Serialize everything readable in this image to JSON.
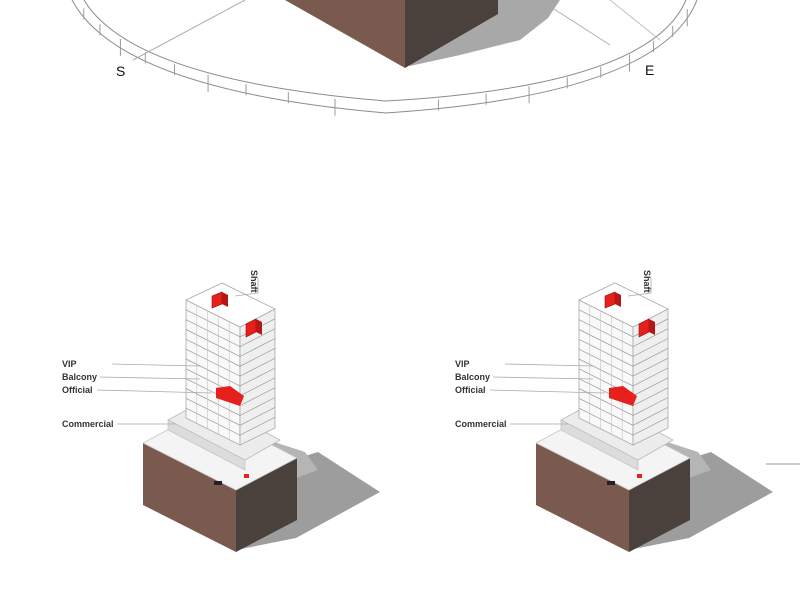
{
  "compass": {
    "directions": [
      "S",
      "E"
    ]
  },
  "diagram_left": {
    "labels": {
      "shaft": "Shaft",
      "vip": "VIP",
      "balcony": "Balcony",
      "official": "Official",
      "commercial": "Commercial"
    }
  },
  "diagram_right": {
    "labels": {
      "shaft": "Shaft",
      "vip": "VIP",
      "balcony": "Balcony",
      "official": "Official",
      "commercial": "Commercial"
    }
  },
  "colors": {
    "block_front": "#7a5a4e",
    "block_side": "#4a403c",
    "shadow": "#9a9a9a",
    "highlight": "#e8201c"
  }
}
